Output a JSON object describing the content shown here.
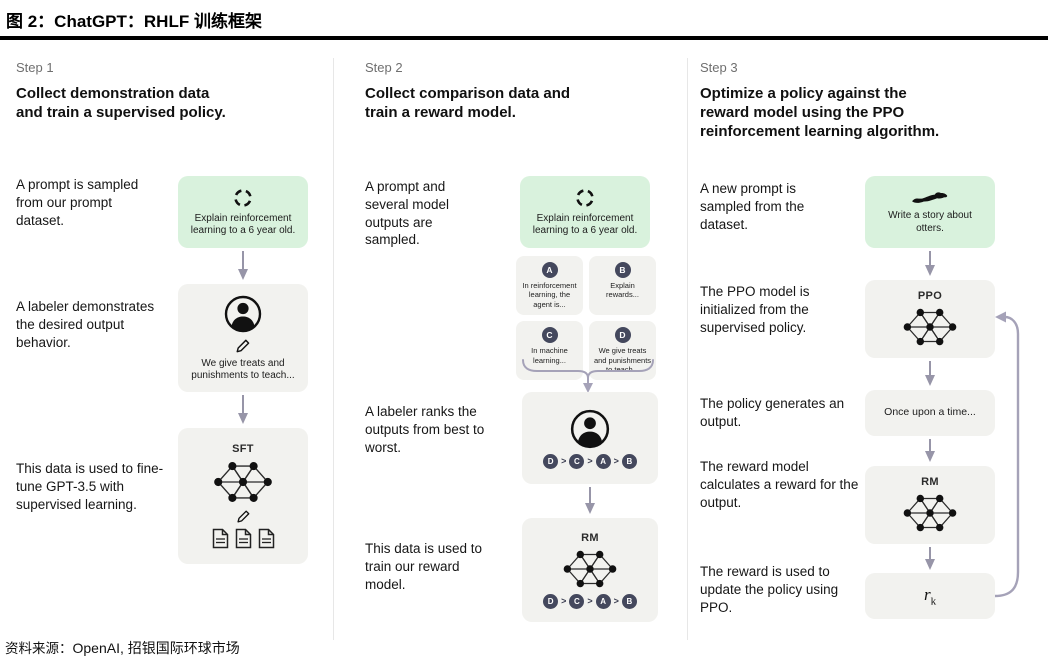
{
  "figure": {
    "title": "图 2：ChatGPT：RHLF 训练框架",
    "source_prefix": "资料来源：",
    "source_body": "OpenAI, 招银国际环球市场"
  },
  "colors": {
    "green_box": "#d9f2dd",
    "gray_box": "#f2f2ef",
    "arrow": "#9795a8",
    "loop_arrow": "#a5a2b8",
    "badge": "#44485d",
    "step_label_gray": "#6f6f6f"
  },
  "icons": [
    "openai-logo-icon",
    "person-icon",
    "pencil-icon",
    "network-icon",
    "documents-icon",
    "otter-icon",
    "down-arrow-icon",
    "brace-arrow-icon",
    "loop-arrow-icon"
  ],
  "steps": {
    "step1": {
      "label": "Step 1",
      "heading": "Collect demonstration data and train a supervised policy.",
      "captions": [
        "A prompt is sampled from our prompt dataset.",
        "A labeler demonstrates the desired output behavior.",
        "This data is used to fine-tune GPT-3.5 with supervised learning."
      ],
      "prompt_box_text": "Explain reinforcement learning to a 6 year old.",
      "labeler_box_text": "We give treats and punishments to teach...",
      "sft_box_label": "SFT"
    },
    "step2": {
      "label": "Step 2",
      "heading": "Collect comparison data and train a reward model.",
      "captions": [
        "A prompt and several model outputs are sampled.",
        "A labeler ranks the outputs from best to worst.",
        "This data is used to train our reward model."
      ],
      "prompt_box_text": "Explain reinforcement learning to a 6 year old.",
      "outputs": [
        {
          "badge": "A",
          "text": "In reinforcement learning, the agent is..."
        },
        {
          "badge": "B",
          "text": "Explain rewards..."
        },
        {
          "badge": "C",
          "text": "In machine learning..."
        },
        {
          "badge": "D",
          "text": "We give treats and punishments to teach..."
        }
      ],
      "ranking": [
        "D",
        ">",
        "C",
        ">",
        "A",
        ">",
        "B"
      ],
      "rm_box_label": "RM"
    },
    "step3": {
      "label": "Step 3",
      "heading": "Optimize a policy against the reward model using the PPO reinforcement learning algorithm.",
      "captions": [
        "A new prompt is sampled from the dataset.",
        "The PPO model is initialized from the supervised policy.",
        "The policy generates an output.",
        "The reward model calculates a reward for the output.",
        "The reward is used to update the policy using PPO."
      ],
      "prompt_box_text": "Write a story about otters.",
      "ppo_box_label": "PPO",
      "output_box_text": "Once upon a time...",
      "rm_box_label": "RM",
      "reward_label": {
        "base": "r",
        "sub": "k"
      }
    }
  }
}
